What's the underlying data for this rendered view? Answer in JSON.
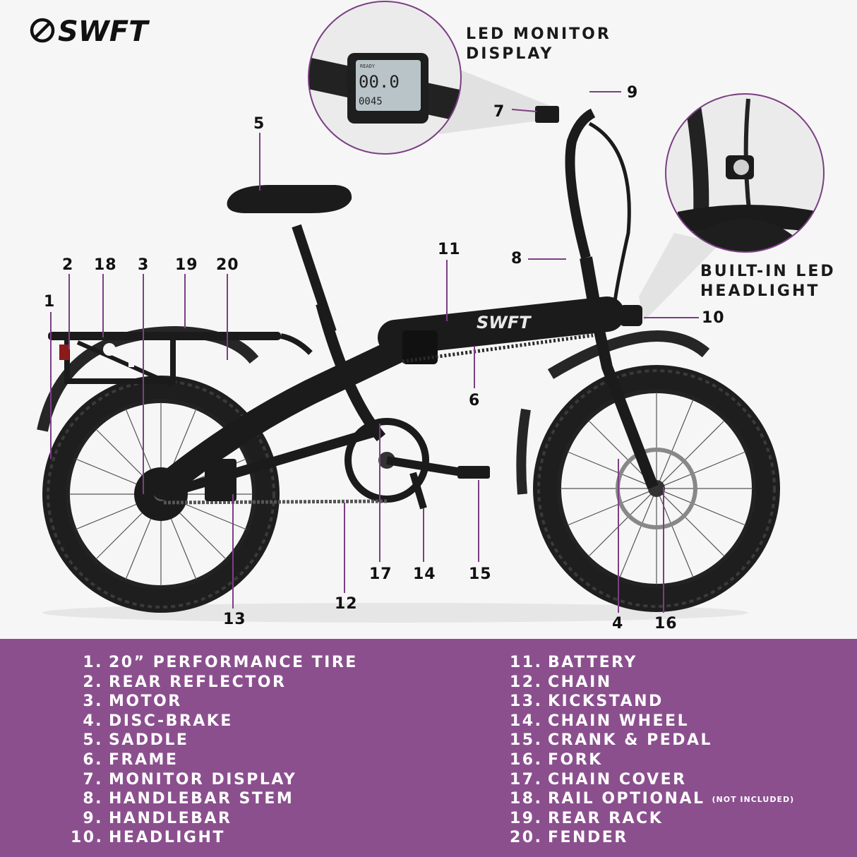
{
  "brand": {
    "logo_text": "SWFT",
    "frame_text": "SWFT"
  },
  "zoom": {
    "display_caption": [
      "LED MONITOR",
      "DISPLAY"
    ],
    "headlight_caption": [
      "BUILT-IN LED",
      "HEADLIGHT"
    ],
    "lcd": {
      "mode": "READY",
      "speed": "00.0",
      "odo": "0045"
    }
  },
  "callouts": [
    "1",
    "2",
    "3",
    "4",
    "5",
    "6",
    "7",
    "8",
    "9",
    "10",
    "11",
    "12",
    "13",
    "14",
    "15",
    "16",
    "17",
    "18",
    "19",
    "20"
  ],
  "legend": {
    "left": [
      {
        "num": "1.",
        "label": "20” PERFORMANCE TIRE"
      },
      {
        "num": "2.",
        "label": "REAR REFLECTOR"
      },
      {
        "num": "3.",
        "label": "MOTOR"
      },
      {
        "num": "4.",
        "label": "DISC-BRAKE"
      },
      {
        "num": "5.",
        "label": "SADDLE"
      },
      {
        "num": "6.",
        "label": "FRAME"
      },
      {
        "num": "7.",
        "label": "MONITOR DISPLAY"
      },
      {
        "num": "8.",
        "label": "HANDLEBAR STEM"
      },
      {
        "num": "9.",
        "label": "HANDLEBAR"
      },
      {
        "num": "10.",
        "label": "HEADLIGHT"
      }
    ],
    "right": [
      {
        "num": "11.",
        "label": "BATTERY"
      },
      {
        "num": "12.",
        "label": "CHAIN"
      },
      {
        "num": "13.",
        "label": "KICKSTAND"
      },
      {
        "num": "14.",
        "label": "CHAIN WHEEL"
      },
      {
        "num": "15.",
        "label": "CRANK & PEDAL"
      },
      {
        "num": "16.",
        "label": "FORK"
      },
      {
        "num": "17.",
        "label": "CHAIN COVER"
      },
      {
        "num": "18.",
        "label": "RAIL OPTIONAL",
        "note": "(NOT INCLUDED)"
      },
      {
        "num": "19.",
        "label": "REAR RACK"
      },
      {
        "num": "20.",
        "label": "FENDER"
      }
    ]
  },
  "colors": {
    "accent": "#8b4f8e",
    "leader": "#7b3f84",
    "bike": "#1b1b1b",
    "background": "#f7f6f6"
  }
}
